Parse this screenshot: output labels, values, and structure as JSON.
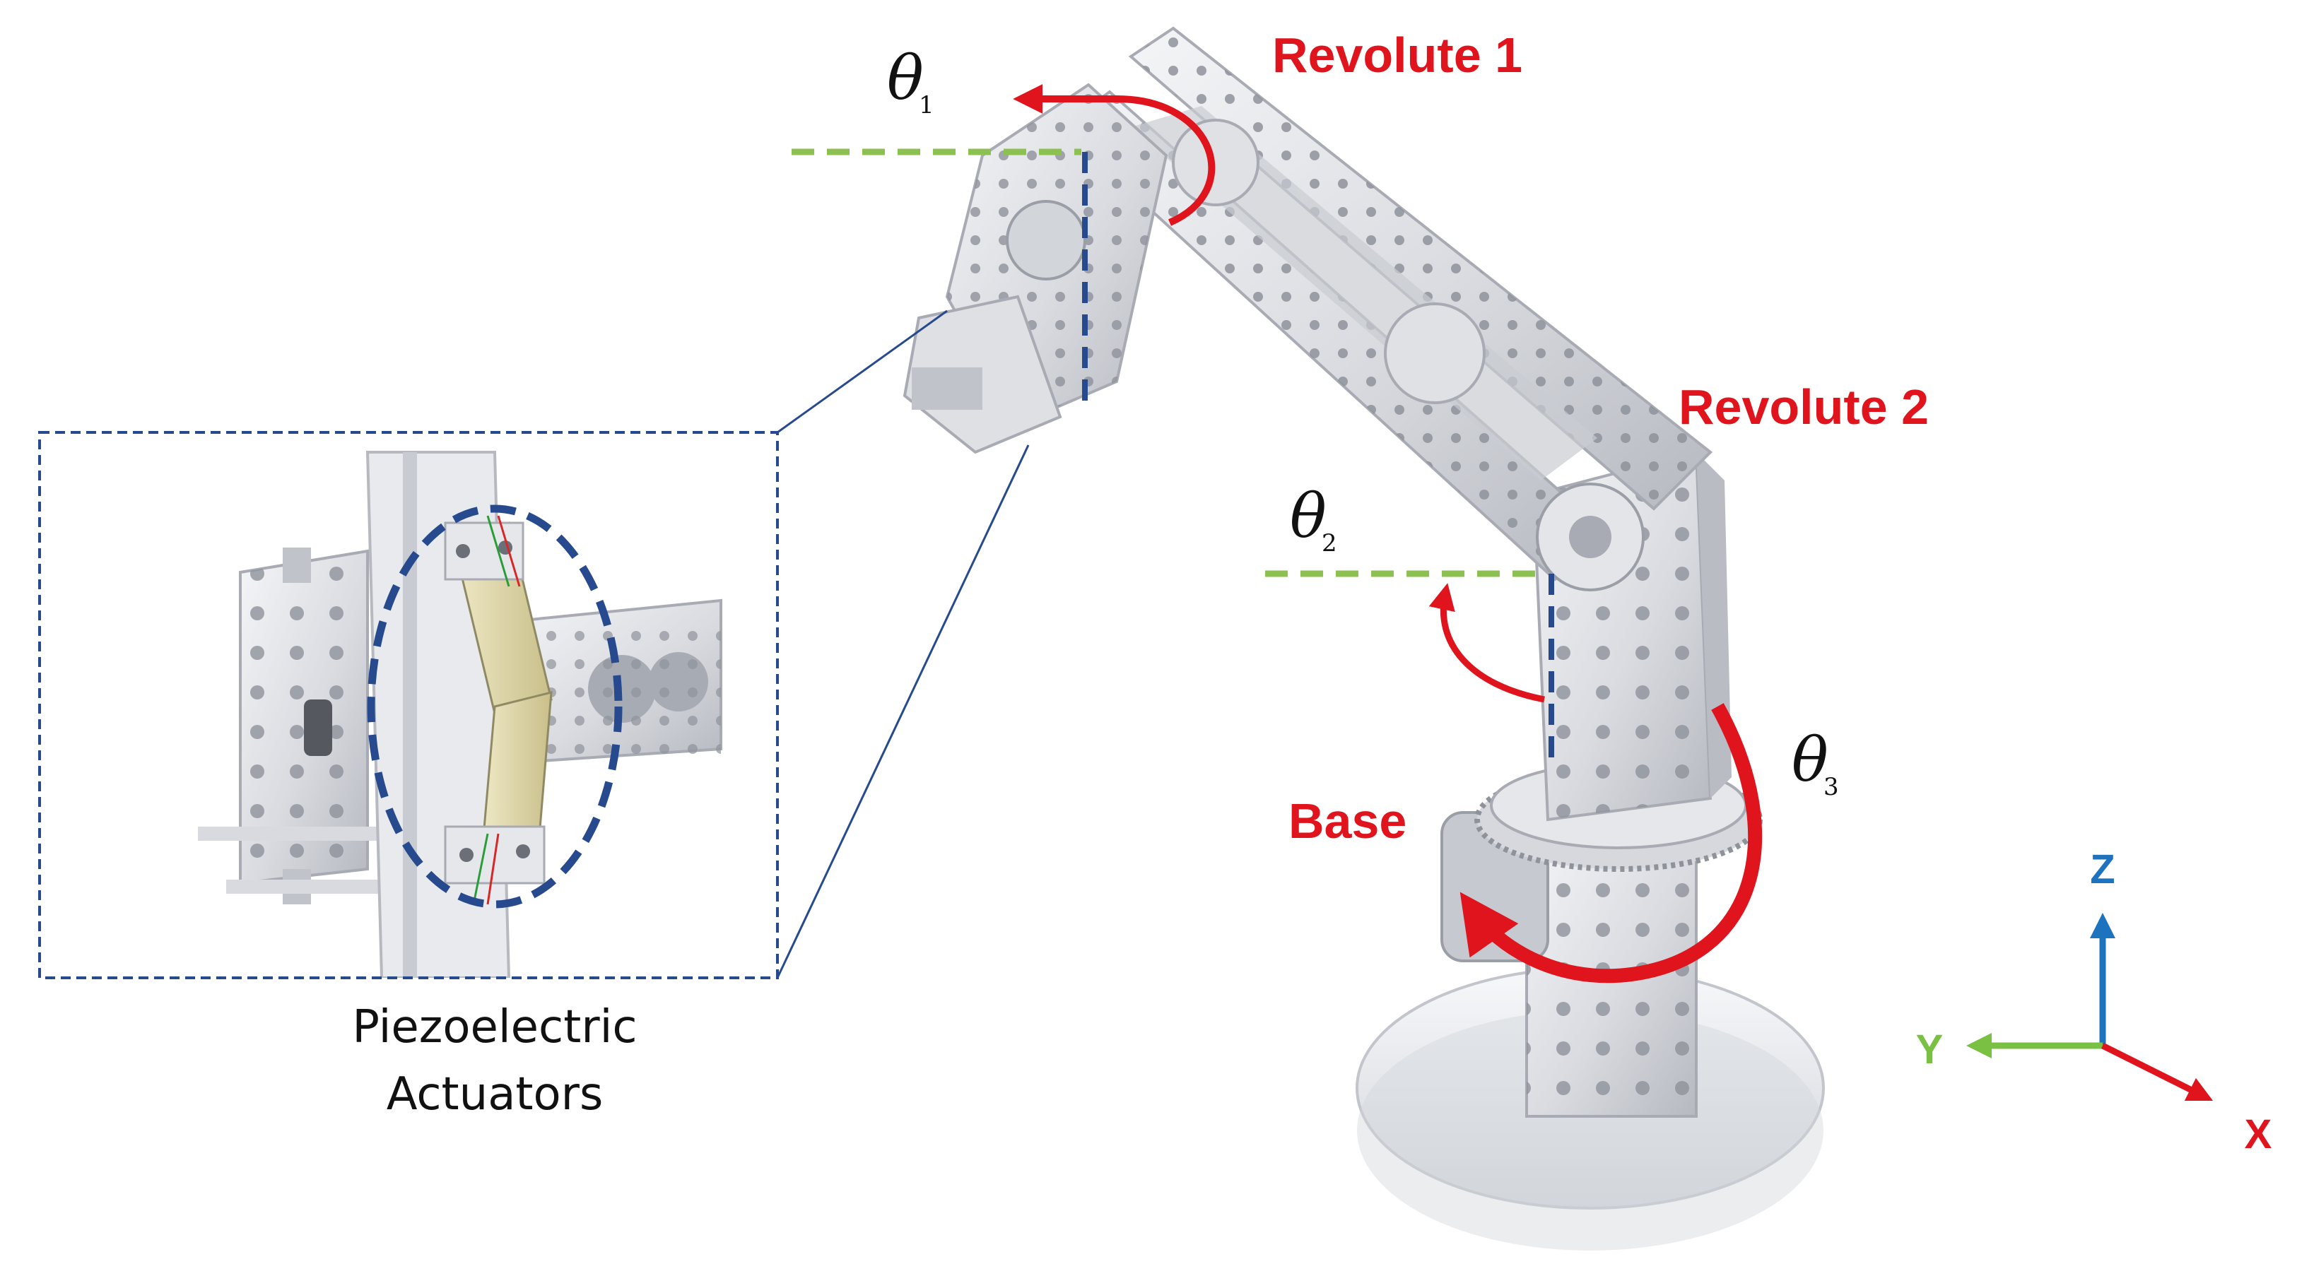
{
  "labels": {
    "revolute1": "Revolute 1",
    "revolute2": "Revolute 2",
    "base": "Base",
    "theta_symbol": "θ",
    "theta1_sub": "1",
    "theta2_sub": "2",
    "theta3_sub": "3",
    "piezo_line1": "Piezoelectric",
    "piezo_line2": "Actuators"
  },
  "axes": {
    "z": "Z",
    "y": "Y",
    "x": "X"
  },
  "colors": {
    "joint_label": "#e0141c",
    "rotation_arrow": "#e0141c",
    "reference_line": "#8cc152",
    "joint_axis_line": "#274a8f",
    "inset_border": "#274a8f",
    "axis_z": "#1e73be",
    "axis_y": "#7ac143",
    "axis_x": "#e0141c",
    "metal_light": "#ecedf0",
    "metal_mid": "#cdd0d6",
    "metal_dark": "#9a9ea6"
  }
}
